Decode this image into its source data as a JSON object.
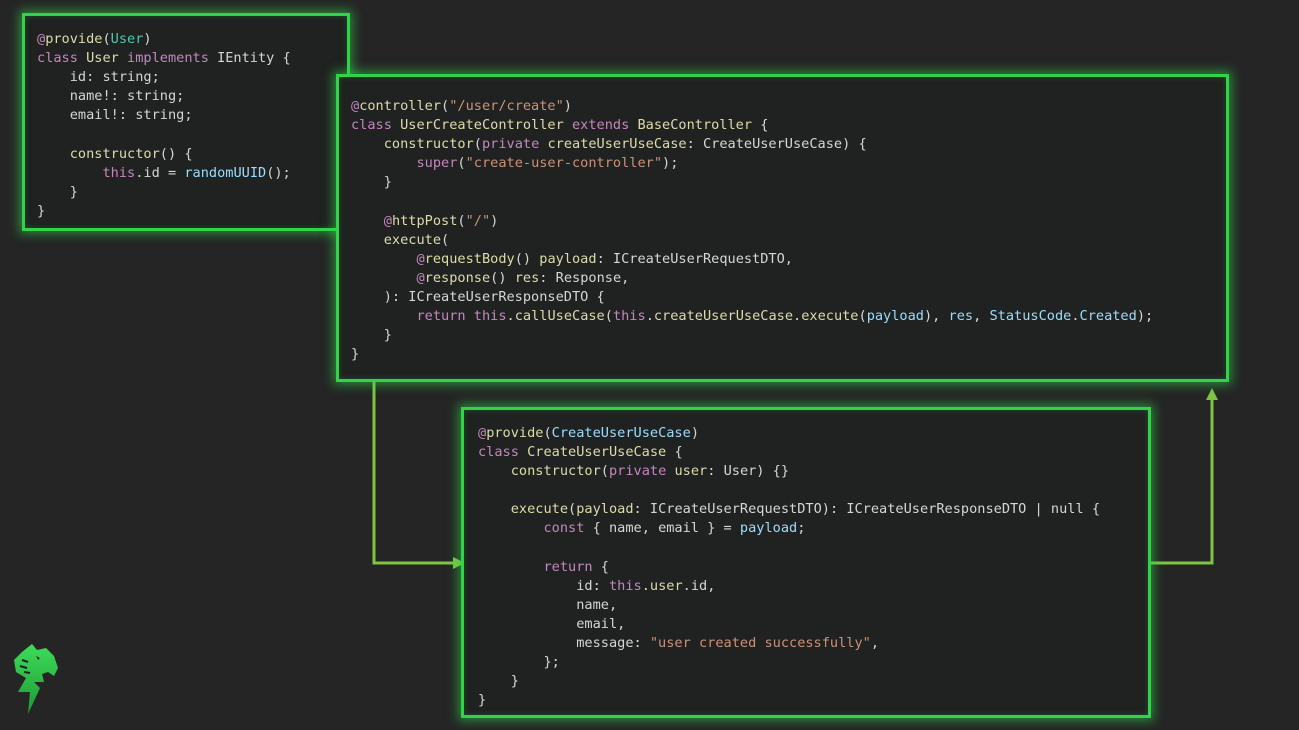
{
  "colors": {
    "background": "#252525",
    "panel": "#1f2220",
    "panel_border": "#2fd44a",
    "connector": "#7dc443"
  },
  "icons": {
    "logo": "horse-lightning-logo-icon",
    "arrow": "arrow-head-icon"
  },
  "panels": {
    "entity": {
      "lines": [
        [
          [
            "dec",
            "@"
          ],
          [
            "f",
            "provide"
          ],
          [
            "d",
            "("
          ],
          [
            "t",
            "User"
          ],
          [
            "d",
            ")"
          ]
        ],
        [
          [
            "k",
            "class "
          ],
          [
            "f",
            "User "
          ],
          [
            "k",
            "implements "
          ],
          [
            "d",
            "IEntity {"
          ]
        ],
        [
          [
            "d",
            "    id: string;"
          ]
        ],
        [
          [
            "d",
            "    name!: string;"
          ]
        ],
        [
          [
            "d",
            "    email!: string;"
          ]
        ],
        [
          [
            "d",
            ""
          ]
        ],
        [
          [
            "d",
            "    "
          ],
          [
            "f",
            "constructor"
          ],
          [
            "d",
            "() {"
          ]
        ],
        [
          [
            "d",
            "        "
          ],
          [
            "k",
            "this"
          ],
          [
            "d",
            ".id = "
          ],
          [
            "v",
            "randomUUID"
          ],
          [
            "d",
            "();"
          ]
        ],
        [
          [
            "d",
            "    }"
          ]
        ],
        [
          [
            "d",
            "}"
          ]
        ]
      ]
    },
    "controller": {
      "lines": [
        [
          [
            "dec",
            "@"
          ],
          [
            "f",
            "controller"
          ],
          [
            "d",
            "("
          ],
          [
            "s",
            "\"/user/create\""
          ],
          [
            "d",
            ")"
          ]
        ],
        [
          [
            "k",
            "class "
          ],
          [
            "f",
            "UserCreateController "
          ],
          [
            "k",
            "extends "
          ],
          [
            "f",
            "BaseController "
          ],
          [
            "d",
            "{"
          ]
        ],
        [
          [
            "d",
            "    "
          ],
          [
            "f",
            "constructor"
          ],
          [
            "d",
            "("
          ],
          [
            "k",
            "private "
          ],
          [
            "f",
            "createUserUseCase"
          ],
          [
            "d",
            ": CreateUserUseCase) {"
          ]
        ],
        [
          [
            "d",
            "        "
          ],
          [
            "k",
            "super"
          ],
          [
            "d",
            "("
          ],
          [
            "s",
            "\"create-user-controller\""
          ],
          [
            "d",
            ");"
          ]
        ],
        [
          [
            "d",
            "    }"
          ]
        ],
        [
          [
            "d",
            ""
          ]
        ],
        [
          [
            "d",
            "    "
          ],
          [
            "dec",
            "@"
          ],
          [
            "f",
            "httpPost"
          ],
          [
            "d",
            "("
          ],
          [
            "s",
            "\"/\""
          ],
          [
            "d",
            ")"
          ]
        ],
        [
          [
            "d",
            "    "
          ],
          [
            "f",
            "execute"
          ],
          [
            "d",
            "("
          ]
        ],
        [
          [
            "d",
            "        "
          ],
          [
            "dec",
            "@"
          ],
          [
            "f",
            "requestBody"
          ],
          [
            "d",
            "() "
          ],
          [
            "f",
            "payload"
          ],
          [
            "d",
            ": ICreateUserRequestDTO,"
          ]
        ],
        [
          [
            "d",
            "        "
          ],
          [
            "dec",
            "@"
          ],
          [
            "f",
            "response"
          ],
          [
            "d",
            "() "
          ],
          [
            "f",
            "res"
          ],
          [
            "d",
            ": Response,"
          ]
        ],
        [
          [
            "d",
            "    ): ICreateUserResponseDTO {"
          ]
        ],
        [
          [
            "d",
            "        "
          ],
          [
            "k",
            "return "
          ],
          [
            "k",
            "this"
          ],
          [
            "d",
            "."
          ],
          [
            "f",
            "callUseCase"
          ],
          [
            "d",
            "("
          ],
          [
            "k",
            "this"
          ],
          [
            "d",
            "."
          ],
          [
            "f",
            "createUserUseCase"
          ],
          [
            "d",
            "."
          ],
          [
            "f",
            "execute"
          ],
          [
            "d",
            "("
          ],
          [
            "v",
            "payload"
          ],
          [
            "d",
            "), "
          ],
          [
            "v",
            "res"
          ],
          [
            "d",
            ", "
          ],
          [
            "v",
            "StatusCode"
          ],
          [
            "d",
            "."
          ],
          [
            "v",
            "Created"
          ],
          [
            "d",
            ");"
          ]
        ],
        [
          [
            "d",
            "    }"
          ]
        ],
        [
          [
            "d",
            "}"
          ]
        ]
      ]
    },
    "usecase": {
      "lines": [
        [
          [
            "dec",
            "@"
          ],
          [
            "f",
            "provide"
          ],
          [
            "d",
            "("
          ],
          [
            "v",
            "CreateUserUseCase"
          ],
          [
            "d",
            ")"
          ]
        ],
        [
          [
            "k",
            "class "
          ],
          [
            "f",
            "CreateUserUseCase "
          ],
          [
            "d",
            "{"
          ]
        ],
        [
          [
            "d",
            "    "
          ],
          [
            "f",
            "constructor"
          ],
          [
            "d",
            "("
          ],
          [
            "k",
            "private "
          ],
          [
            "f",
            "user"
          ],
          [
            "d",
            ": User) {}"
          ]
        ],
        [
          [
            "d",
            ""
          ]
        ],
        [
          [
            "d",
            "    "
          ],
          [
            "f",
            "execute"
          ],
          [
            "d",
            "("
          ],
          [
            "f",
            "payload"
          ],
          [
            "d",
            ": ICreateUserRequestDTO): ICreateUserResponseDTO | null {"
          ]
        ],
        [
          [
            "d",
            "        "
          ],
          [
            "k",
            "const "
          ],
          [
            "d",
            "{ name, email } = "
          ],
          [
            "v",
            "payload"
          ],
          [
            "d",
            ";"
          ]
        ],
        [
          [
            "d",
            ""
          ]
        ],
        [
          [
            "d",
            "        "
          ],
          [
            "k",
            "return "
          ],
          [
            "d",
            "{"
          ]
        ],
        [
          [
            "d",
            "            id: "
          ],
          [
            "k",
            "this"
          ],
          [
            "d",
            "."
          ],
          [
            "f",
            "user"
          ],
          [
            "d",
            ".id,"
          ]
        ],
        [
          [
            "d",
            "            name,"
          ]
        ],
        [
          [
            "d",
            "            email,"
          ]
        ],
        [
          [
            "d",
            "            message: "
          ],
          [
            "s",
            "\"user created successfully\""
          ],
          [
            "d",
            ","
          ]
        ],
        [
          [
            "d",
            "        };"
          ]
        ],
        [
          [
            "d",
            "    }"
          ]
        ],
        [
          [
            "d",
            "}"
          ]
        ]
      ]
    }
  }
}
